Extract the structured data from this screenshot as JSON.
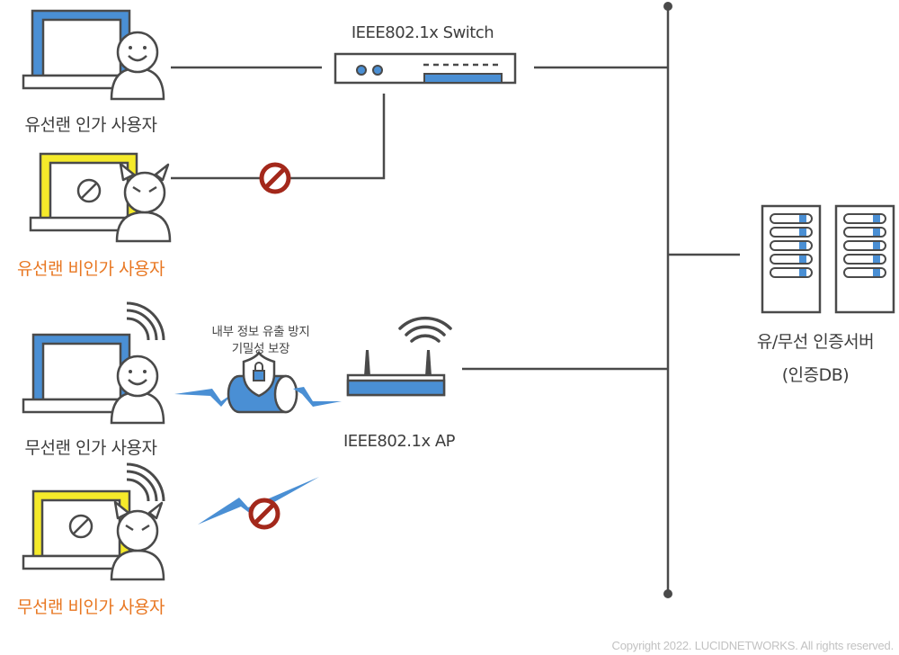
{
  "nodes": {
    "wired_authorized_user": {
      "label": "유선랜 인가 사용자",
      "status": "authorized"
    },
    "wired_unauthorized_user": {
      "label": "유선랜 비인가 사용자",
      "status": "unauthorized"
    },
    "wireless_authorized_user": {
      "label": "무선랜 인가 사용자",
      "status": "authorized"
    },
    "wireless_unauthorized_user": {
      "label": "무선랜 비인가 사용자",
      "status": "unauthorized"
    },
    "switch": {
      "label": "IEEE802.1x Switch"
    },
    "access_point": {
      "label": "IEEE802.1x AP"
    },
    "auth_server": {
      "label_line1": "유/무선 인증서버",
      "label_line2": "(인증DB)"
    }
  },
  "annotations": {
    "tunnel_note_line1": "내부 정보 유출 방지",
    "tunnel_note_line2": "기밀성 보장"
  },
  "icons": {
    "blocked": "no-entry-icon",
    "lock": "lock-icon",
    "wifi": "wifi-signal-icon"
  },
  "colors": {
    "authorized_frame": "#4a8fd4",
    "unauthorized_frame": "#f5ea2a",
    "unauthorized_text": "#e87722",
    "blocked": "#a3281b",
    "line": "#4a4a4a",
    "accent_blue": "#4a8fd4"
  },
  "footer": {
    "copyright": "Copyright 2022. LUCIDNETWORKS. All rights reserved."
  }
}
